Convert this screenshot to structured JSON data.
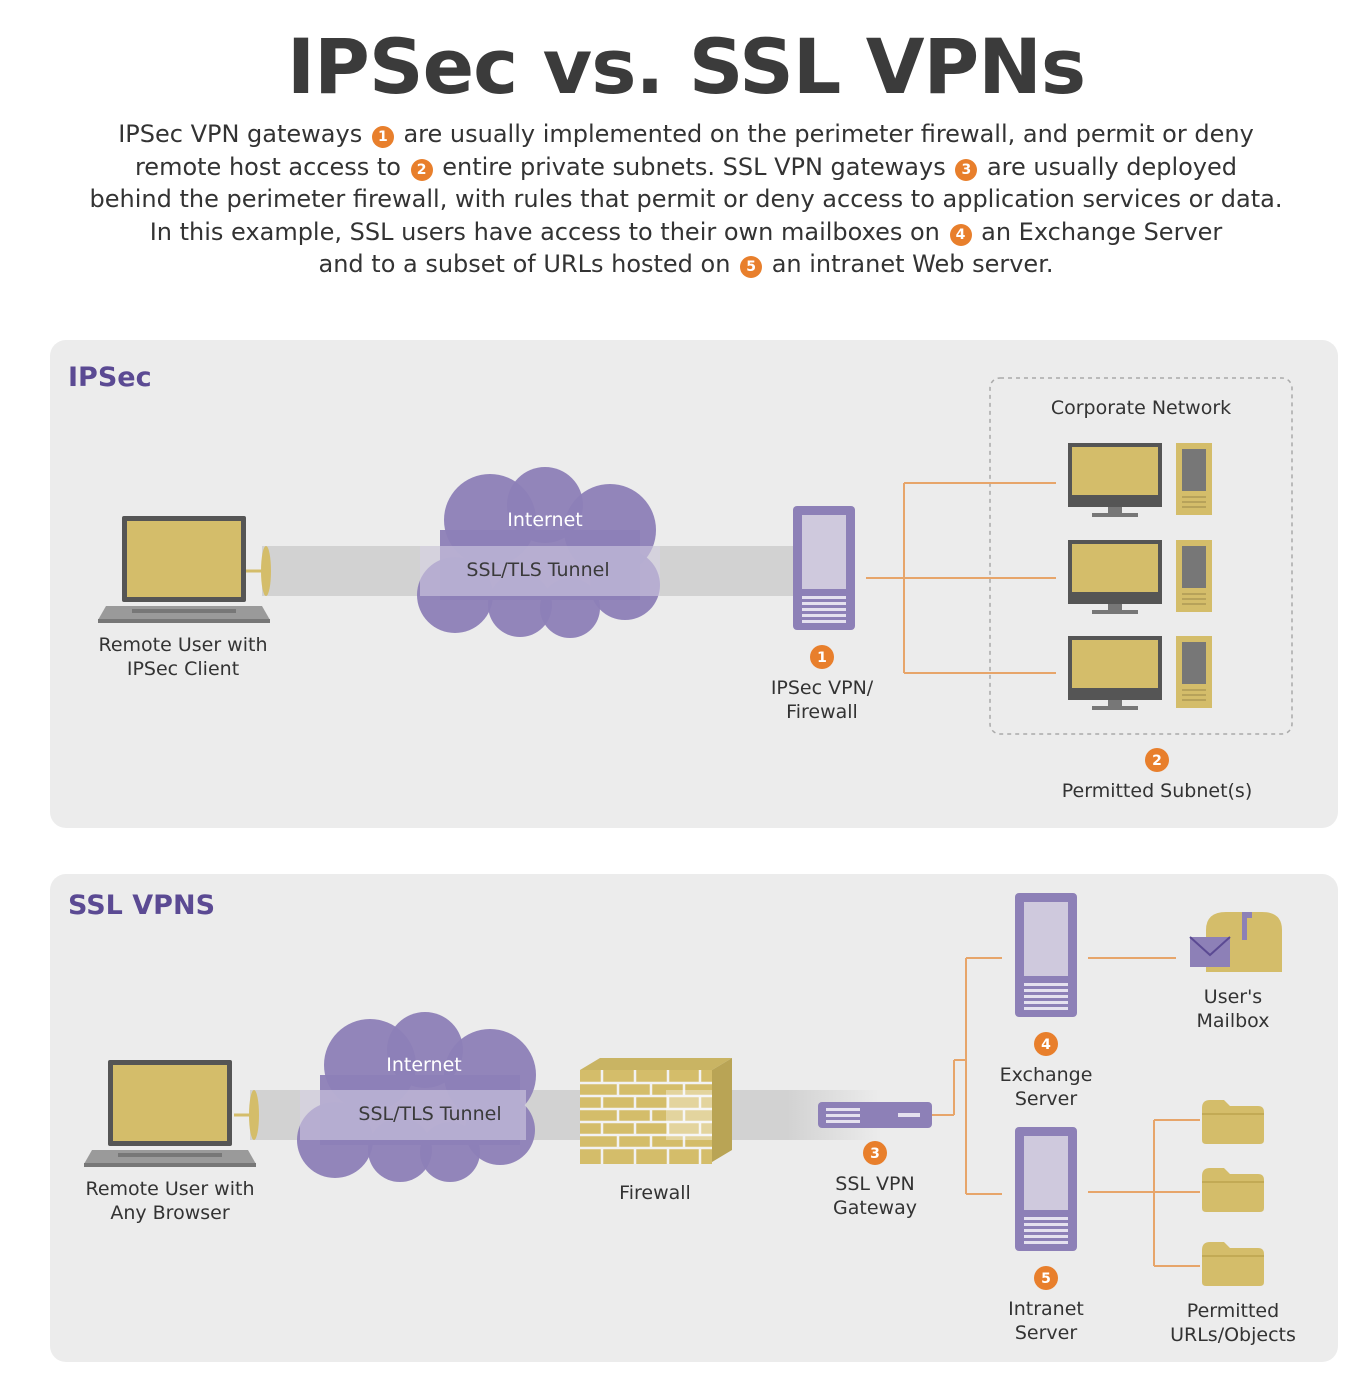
{
  "title": "IPSec vs. SSL VPNs",
  "intro": [
    {
      "text": "IPSec VPN gateways ",
      "badge": "1",
      "after": " are usually implemented on the perimeter firewall, and permit or deny"
    },
    {
      "text": "remote host access to ",
      "badge": "2",
      "after": " entire private subnets. SSL VPN gateways ",
      "badge2": "3",
      "after2": " are usually deployed"
    },
    {
      "text": "behind the perimeter firewall, with rules that permit or deny access to application services or data."
    },
    {
      "text": "In this example, SSL users have access to their own mailboxes on ",
      "badge": "4",
      "after": " an Exchange Server"
    },
    {
      "text": "and to a subset of URLs hosted on ",
      "badge": "5",
      "after": " an intranet Web server."
    }
  ],
  "ipsec": {
    "heading": "IPSec",
    "remote_user": [
      "Remote User with",
      "IPSec Client"
    ],
    "cloud_label": "Internet",
    "tunnel_label": "SSL/TLS Tunnel",
    "gateway_badge": "1",
    "gateway_label": [
      "IPSec VPN/",
      "Firewall"
    ],
    "corporate_label": "Corporate Network",
    "subnet_badge": "2",
    "subnet_label": "Permitted Subnet(s)"
  },
  "ssl": {
    "heading": "SSL VPNS",
    "remote_user": [
      "Remote User with",
      "Any Browser"
    ],
    "cloud_label": "Internet",
    "tunnel_label": "SSL/TLS Tunnel",
    "firewall_label": "Firewall",
    "gateway_badge": "3",
    "gateway_label": [
      "SSL VPN",
      "Gateway"
    ],
    "exchange_badge": "4",
    "exchange_label": [
      "Exchange",
      "Server"
    ],
    "mailbox_label": [
      "User's",
      "Mailbox"
    ],
    "intranet_badge": "5",
    "intranet_label": [
      "Intranet",
      "Server"
    ],
    "urls_label": [
      "Permitted",
      "URLs/Objects"
    ]
  },
  "colors": {
    "purple": "#8d80b7",
    "purple_dark": "#5b4a93",
    "gold": "#d4bd6a",
    "orange": "#e87f2c",
    "panel": "#ececec",
    "tunnel": "#cfcfcf"
  }
}
